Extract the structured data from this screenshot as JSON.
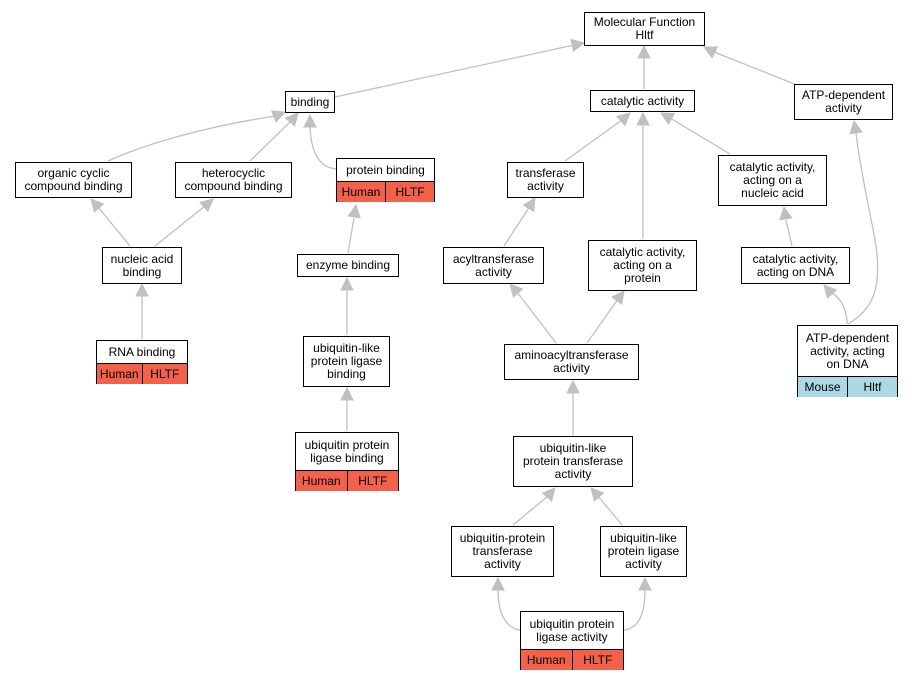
{
  "diagram": {
    "title_node": "Molecular Function\nHltf",
    "colors": {
      "edge": "#c0c0c0",
      "human": "#f4614a",
      "mouse": "#add8e6"
    },
    "nodes": {
      "root": {
        "label": "Molecular Function\nHltf"
      },
      "binding": {
        "label": "binding"
      },
      "catalytic": {
        "label": "catalytic activity"
      },
      "atpdep": {
        "label": "ATP-dependent\nactivity"
      },
      "orgcyc": {
        "label": "organic cyclic\ncompound binding"
      },
      "hetero": {
        "label": "heterocyclic\ncompound binding"
      },
      "protbind": {
        "label": "protein binding",
        "species": "Human",
        "gene": "HLTF"
      },
      "transferase": {
        "label": "transferase\nactivity"
      },
      "catnucl": {
        "label": "catalytic activity,\nacting on a\nnucleic acid"
      },
      "nucacid": {
        "label": "nucleic acid\nbinding"
      },
      "enzbind": {
        "label": "enzyme binding"
      },
      "acyl": {
        "label": "acyltransferase\nactivity"
      },
      "catprot": {
        "label": "catalytic activity,\nacting on a\nprotein"
      },
      "catdna": {
        "label": "catalytic activity,\nacting on DNA"
      },
      "rnabind": {
        "label": "RNA binding",
        "species": "Human",
        "gene": "HLTF"
      },
      "ubllig": {
        "label": "ubiquitin-like\nprotein ligase\nbinding"
      },
      "aminoacyl": {
        "label": "aminoacyltransferase\nactivity"
      },
      "atpdna": {
        "label": "ATP-dependent\nactivity, acting\non DNA",
        "species": "Mouse",
        "gene": "Hltf"
      },
      "ubligbind": {
        "label": "ubiquitin protein\nligase binding",
        "species": "Human",
        "gene": "HLTF"
      },
      "ubltrans": {
        "label": "ubiquitin-like\nprotein transferase\nactivity"
      },
      "ubptrans": {
        "label": "ubiquitin-protein\ntransferase\nactivity"
      },
      "ublligact": {
        "label": "ubiquitin-like\nprotein ligase\nactivity"
      },
      "ubligact": {
        "label": "ubiquitin protein\nligase activity",
        "species": "Human",
        "gene": "HLTF"
      }
    }
  }
}
